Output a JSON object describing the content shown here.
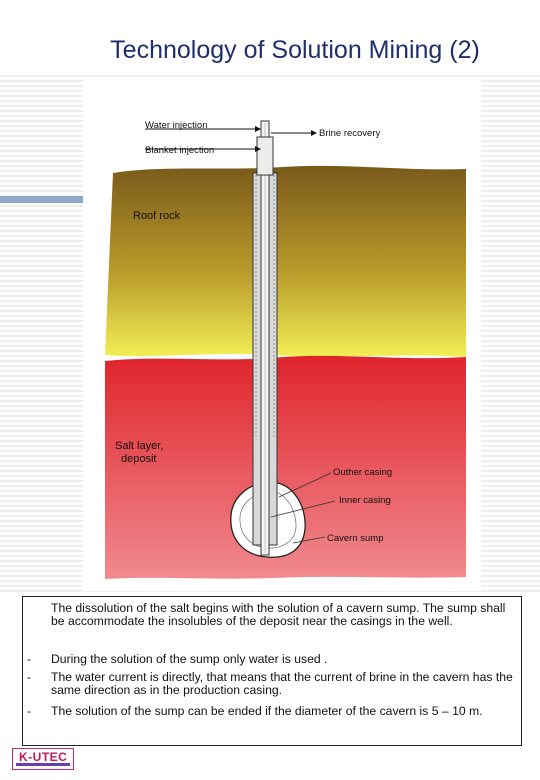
{
  "page": {
    "title": "Technology of Solution Mining (2)"
  },
  "diagram": {
    "labels": {
      "water_injection": "Water injection",
      "blanket_injection": "Blanket injection",
      "brine_recovery": "Brine recovery",
      "roof_rock": "Roof rock",
      "salt_layer_line1": "Salt layer,",
      "salt_layer_line2": "deposit",
      "outer_casing": "Outher casing",
      "inner_casing": "Inner casing",
      "cavern_sump": "Cavern sump"
    },
    "colors": {
      "roof_top": "#7a5a1a",
      "roof_bottom": "#f2ee55",
      "salt_top": "#e0242c",
      "salt_bottom": "#f08a8e"
    }
  },
  "text_box": {
    "paragraphs": [
      {
        "dash": "",
        "text": "The dissolution of the salt begins with the solution of a cavern sump. The sump shall be accommodate the insolubles of the deposit near the casings in the well."
      },
      {
        "dash": "-",
        "text": "During the solution of the sump only water is used ."
      },
      {
        "dash": "-",
        "text": "The water current is directly, that means that the current of brine in the cavern has the same direction as in the production casing."
      },
      {
        "dash": "-",
        "text": "The solution of the sump can be ended if the diameter of the cavern is 5 – 10 m."
      }
    ]
  },
  "logo": {
    "text": "K-UTEC"
  }
}
